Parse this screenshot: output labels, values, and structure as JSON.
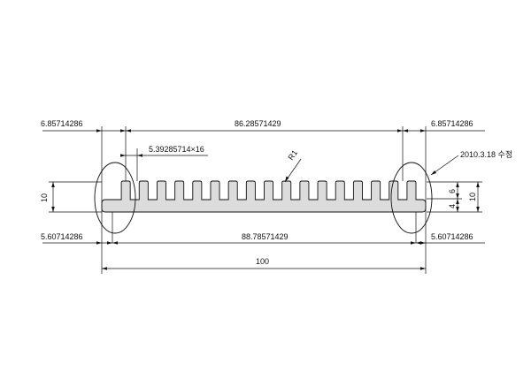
{
  "drawing": {
    "overall_width": "100",
    "top_left_offset": "6.85714286",
    "top_middle_span": "86.28571429",
    "top_right_offset": "6.85714286",
    "fin_pitch": "5.39285714×16",
    "fillet_radius": "R1",
    "revision_note": "2010.3.18 수정",
    "left_height": "10",
    "right_height": "10",
    "fin_height": "6",
    "base_thickness": "4",
    "bottom_left_offset": "5.60714286",
    "bottom_middle_span": "88.78571429",
    "bottom_right_offset": "5.60714286",
    "fin_count": 17,
    "colors": {
      "profile_fill": "#dcdcdc",
      "line": "#111111"
    }
  }
}
